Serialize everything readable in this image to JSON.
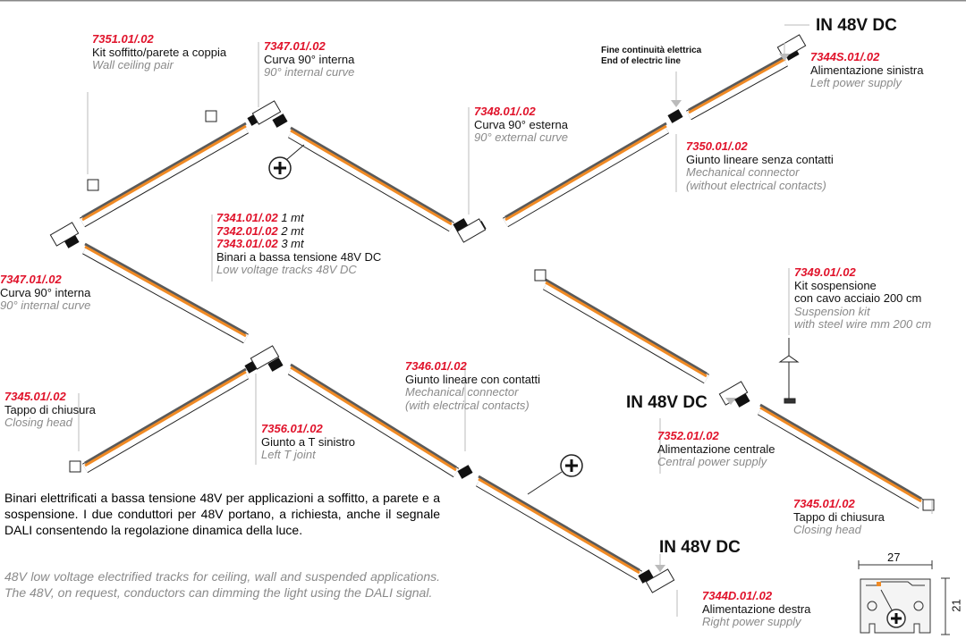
{
  "labels": {
    "kit_ceiling": {
      "code": "7351.01/.02",
      "it": "Kit soffitto/parete a coppia",
      "en": "Wall ceiling pair"
    },
    "curve_int_top": {
      "code": "7347.01/.02",
      "it": "Curva 90° interna",
      "en": "90° internal curve"
    },
    "curve_ext": {
      "code": "7348.01/.02",
      "it": "Curva 90° esterna",
      "en": "90° external curve"
    },
    "end_line": {
      "it": "Fine continuità elettrica",
      "en": "End of electric line"
    },
    "power_left": {
      "code": "7344S.01/.02",
      "it": "Alimentazione sinistra",
      "en": "Left power supply"
    },
    "mech_connector": {
      "code": "7350.01/.02",
      "it": "Giunto lineare senza contatti",
      "en1": "Mechanical connector",
      "en2": "(without electrical contacts)"
    },
    "tracks": {
      "codes": [
        {
          "code": "7341.01/.02",
          "len": "1 mt"
        },
        {
          "code": "7342.01/.02",
          "len": "2 mt"
        },
        {
          "code": "7343.01/.02",
          "len": "3 mt"
        }
      ],
      "it": "Binari a bassa tensione 48V DC",
      "en": "Low voltage tracks 48V DC"
    },
    "curve_int_left": {
      "code": "7347.01/.02",
      "it": "Curva 90° interna",
      "en": "90° internal curve"
    },
    "closing_left": {
      "code": "7345.01/.02",
      "it": "Tappo di chiusura",
      "en": "Closing head"
    },
    "t_joint": {
      "code": "7356.01/.02",
      "it": "Giunto a T sinistro",
      "en": "Left T joint"
    },
    "elec_connector": {
      "code": "7346.01/.02",
      "it": "Giunto lineare con contatti",
      "en1": "Mechanical connector",
      "en2": "(with electrical contacts)"
    },
    "power_central": {
      "code": "7352.01/.02",
      "it": "Alimentazione centrale",
      "en": "Central power supply"
    },
    "suspension": {
      "code": "7349.01/.02",
      "it1": "Kit sospensione",
      "it2": "con cavo acciaio 200 cm",
      "en1": "Suspension kit",
      "en2": "with steel wire mm 200 cm"
    },
    "closing_right": {
      "code": "7345.01/.02",
      "it": "Tappo di chiusura",
      "en": "Closing head"
    },
    "power_right": {
      "code": "7344D.01/.02",
      "it": "Alimentazione destra",
      "en": "Right power supply"
    }
  },
  "input_label": "IN 48V DC",
  "description": {
    "it": "Binari elettrificati a bassa tensione 48V per applicazioni a soffitto, a parete e a sospensione. I due conduttori per 48V portano, a richiesta, anche il segnale DALI consentendo la regolazione dinamica della luce.",
    "en": "48V low voltage electrified tracks for ceiling, wall and suspended applications. The 48V, on request, conductors can dimming the light using the DALI signal."
  },
  "profile": {
    "width": "27",
    "height": "21"
  },
  "colors": {
    "code": "#e0122a",
    "led": "#f08a24",
    "track": "#5a5a5a"
  }
}
